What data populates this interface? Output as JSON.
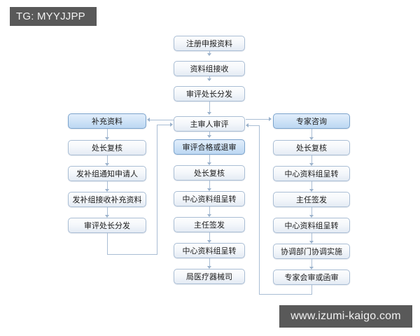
{
  "watermarks": {
    "top_tag": "TG: MYYJJPP",
    "bottom_url": "www.izumi-kaigo.com"
  },
  "colors": {
    "background": "#ffffff",
    "node_border": "#a9bdd4",
    "node_fill_top": "#fdfefe",
    "node_fill_bottom": "#e4ebf4",
    "node_highlight_fill": "#cfe3f7",
    "node_highlight_border": "#7ba3cc",
    "connector": "#a9bdd4",
    "watermark_bg": "#595959",
    "watermark_text": "#f2f2f2",
    "text": "#1a1a1a"
  },
  "chart_data": {
    "type": "diagram",
    "title": "",
    "columns": [
      {
        "name": "center",
        "nodes": [
          "注册申报资料",
          "资料组接收",
          "审评处长分发",
          "主审人审评",
          "审评合格或退审",
          "处长复核",
          "中心资料组呈转",
          "主任签发",
          "中心资料组呈转",
          "局医疗器械司"
        ]
      },
      {
        "name": "left",
        "nodes": [
          "补充资料",
          "处长复核",
          "发补组通知申请人",
          "发补组接收补充资料",
          "审评处长分发"
        ]
      },
      {
        "name": "right",
        "nodes": [
          "专家咨询",
          "处长复核",
          "中心资料组呈转",
          "主任签发",
          "中心资料组呈转",
          "协调部门协调实施",
          "专家会审或函审"
        ]
      }
    ],
    "highlighted_nodes": [
      "主审人审评_branch_left",
      "审评合格或退审",
      "专家咨询"
    ],
    "edges": [
      {
        "from": "注册申报资料",
        "to": "资料组接收",
        "kind": "down"
      },
      {
        "from": "资料组接收",
        "to": "审评处长分发",
        "kind": "down"
      },
      {
        "from": "审评处长分发",
        "to": "主审人审评",
        "kind": "down"
      },
      {
        "from": "主审人审评",
        "to": "审评合格或退审",
        "kind": "down"
      },
      {
        "from": "审评合格或退审",
        "to": "处长复核",
        "kind": "down"
      },
      {
        "from": "处长复核",
        "to": "中心资料组呈转",
        "kind": "down"
      },
      {
        "from": "中心资料组呈转",
        "to": "主任签发",
        "kind": "down"
      },
      {
        "from": "主任签发",
        "to": "中心资料组呈转",
        "kind": "down"
      },
      {
        "from": "中心资料组呈转",
        "to": "局医疗器械司",
        "kind": "down"
      },
      {
        "from": "主审人审评",
        "to": "补充资料",
        "kind": "left"
      },
      {
        "from": "补充资料",
        "to": "处长复核",
        "kind": "down"
      },
      {
        "from": "处长复核",
        "to": "发补组通知申请人",
        "kind": "down"
      },
      {
        "from": "发补组通知申请人",
        "to": "发补组接收补充资料",
        "kind": "down"
      },
      {
        "from": "发补组接收补充资料",
        "to": "审评处长分发",
        "kind": "down"
      },
      {
        "from": "审评处长分发",
        "to": "主审人审评",
        "kind": "loop-right"
      },
      {
        "from": "主审人审评",
        "to": "专家咨询",
        "kind": "right"
      },
      {
        "from": "专家咨询",
        "to": "处长复核",
        "kind": "down"
      },
      {
        "from": "处长复核",
        "to": "中心资料组呈转",
        "kind": "down"
      },
      {
        "from": "中心资料组呈转",
        "to": "主任签发",
        "kind": "down"
      },
      {
        "from": "主任签发",
        "to": "中心资料组呈转",
        "kind": "down"
      },
      {
        "from": "中心资料组呈转",
        "to": "协调部门协调实施",
        "kind": "down"
      },
      {
        "from": "协调部门协调实施",
        "to": "专家会审或函审",
        "kind": "down"
      },
      {
        "from": "专家会审或函审",
        "to": "主审人审评",
        "kind": "loop-left"
      }
    ]
  },
  "center": {
    "n0": "注册申报资料",
    "n1": "资料组接收",
    "n2": "审评处长分发",
    "n3": "主审人审评",
    "n4": "审评合格或退审",
    "n5": "处长复核",
    "n6": "中心资料组呈转",
    "n7": "主任签发",
    "n8": "中心资料组呈转",
    "n9": "局医疗器械司"
  },
  "left": {
    "n0": "补充资料",
    "n1": "处长复核",
    "n2": "发补组通知申请人",
    "n3": "发补组接收补充资料",
    "n4": "审评处长分发"
  },
  "right": {
    "n0": "专家咨询",
    "n1": "处长复核",
    "n2": "中心资料组呈转",
    "n3": "主任签发",
    "n4": "中心资料组呈转",
    "n5": "协调部门协调实施",
    "n6": "专家会审或函审"
  }
}
